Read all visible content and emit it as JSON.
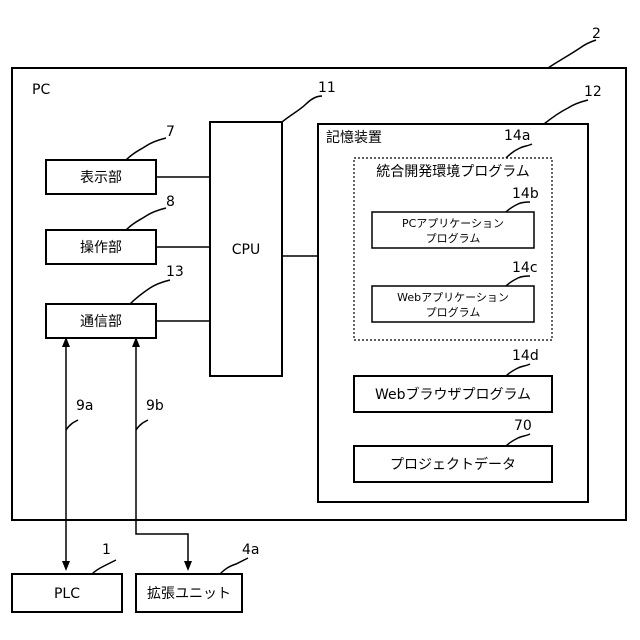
{
  "refs": {
    "pc": "2",
    "cpu": "11",
    "storage": "12",
    "display": "7",
    "operation": "8",
    "comm": "13",
    "ide": "14a",
    "pc_app": "14b",
    "web_app": "14c",
    "browser": "14d",
    "project": "70",
    "line_a": "9a",
    "line_b": "9b",
    "plc": "1",
    "expansion": "4a"
  },
  "labels": {
    "pc": "PC",
    "cpu": "CPU",
    "storage": "記憶装置",
    "display": "表示部",
    "operation": "操作部",
    "comm": "通信部",
    "ide": "統合開発環境プログラム",
    "pc_app_line1": "PCアプリケーション",
    "pc_app_line2": "プログラム",
    "web_app_line1": "Webアプリケーション",
    "web_app_line2": "プログラム",
    "browser": "Webブラウザプログラム",
    "project": "プロジェクトデータ",
    "plc": "PLC",
    "expansion": "拡張ユニット"
  }
}
